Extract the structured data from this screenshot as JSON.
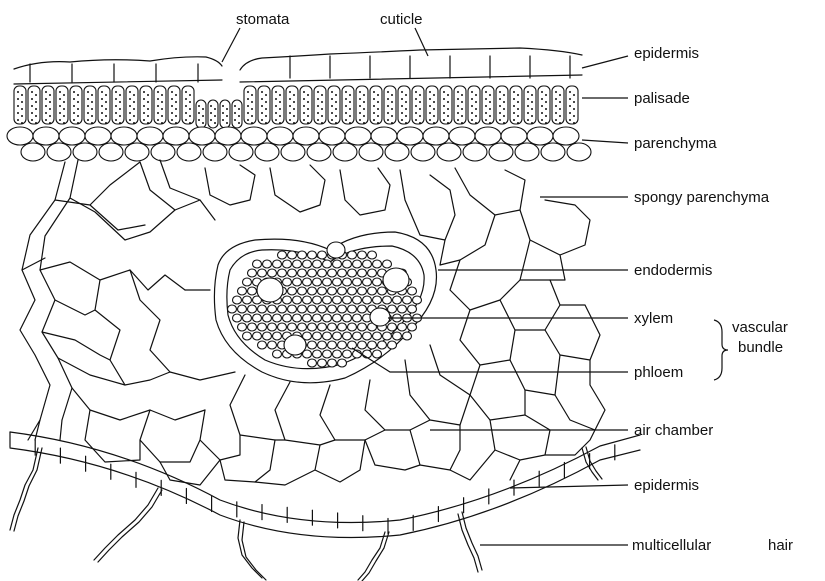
{
  "labels": {
    "stomata": "stomata",
    "cuticle": "cuticle",
    "epidermis_upper": "epidermis",
    "palisade": "palisade",
    "parenchyma": "parenchyma",
    "spongy_parenchyma": "spongy parenchyma",
    "endodermis": "endodermis",
    "xylem": "xylem",
    "vascular": "vascular",
    "bundle": "bundle",
    "phloem": "phloem",
    "air_chamber": "air chamber",
    "epidermis_lower": "epidermis",
    "multicellular": "multicellular",
    "hair": "hair"
  },
  "colors": {
    "ink": "#111111",
    "background": "#ffffff"
  }
}
